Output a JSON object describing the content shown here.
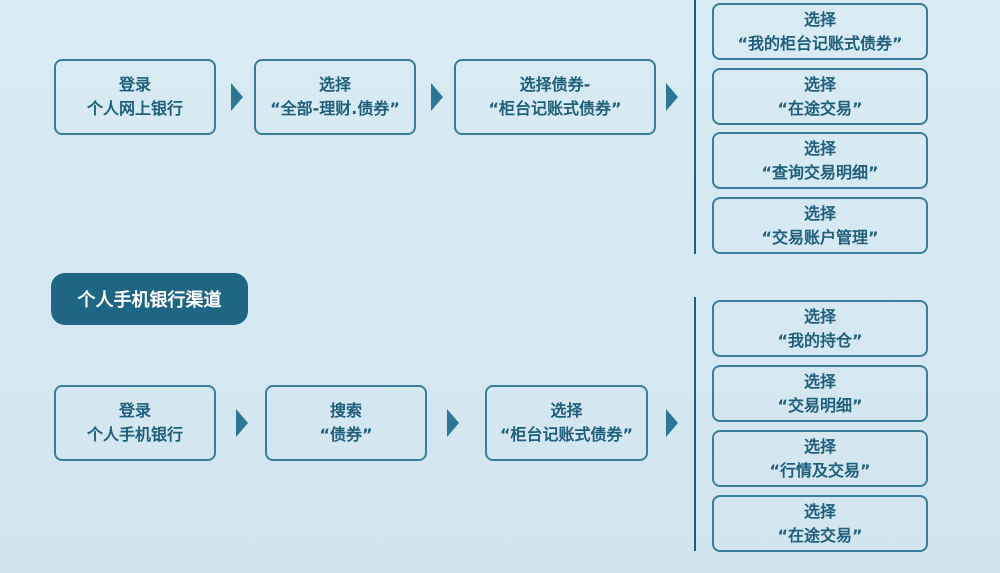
{
  "section_label": "个人手机银行渠道",
  "flow_online": {
    "steps": [
      {
        "line1": "登录",
        "line2": "个人网上银行"
      },
      {
        "line1": "选择",
        "line2": "“全部-理财.债券”"
      },
      {
        "line1": "选择债券-",
        "line2": "“柜台记账式债券”"
      }
    ],
    "options": [
      {
        "line1": "选择",
        "line2": "“我的柜台记账式债券”"
      },
      {
        "line1": "选择",
        "line2": "“在途交易”"
      },
      {
        "line1": "选择",
        "line2": "“查询交易明细”"
      },
      {
        "line1": "选择",
        "line2": "“交易账户管理”"
      }
    ]
  },
  "flow_mobile": {
    "steps": [
      {
        "line1": "登录",
        "line2": "个人手机银行"
      },
      {
        "line1": "搜索",
        "line2": "“债券”"
      },
      {
        "line1": "选择",
        "line2": "“柜台记账式债券”"
      }
    ],
    "options": [
      {
        "line1": "选择",
        "line2": "“我的持仓”"
      },
      {
        "line1": "选择",
        "line2": "“交易明细”"
      },
      {
        "line1": "选择",
        "line2": "“行情及交易”"
      },
      {
        "line1": "选择",
        "line2": "“在途交易”"
      }
    ]
  }
}
